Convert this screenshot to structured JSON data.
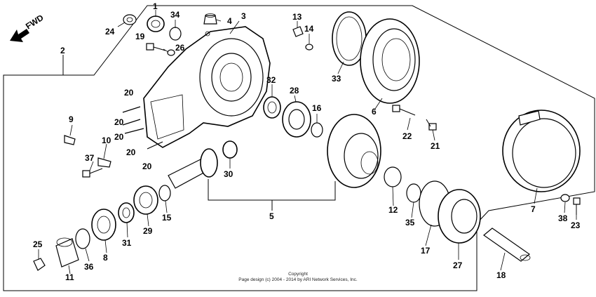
{
  "fwd_label": "FWD",
  "copyright": {
    "line1": "Copyright",
    "line2": "Page design (c) 2004 - 2014 by ARI Network Services, Inc."
  },
  "callouts": {
    "c1": "1",
    "c2": "2",
    "c3": "3",
    "c4": "4",
    "c5": "5",
    "c6": "6",
    "c7": "7",
    "c8": "8",
    "c9": "9",
    "c10": "10",
    "c11": "11",
    "c12": "12",
    "c13": "13",
    "c14": "14",
    "c15": "15",
    "c16": "16",
    "c17": "17",
    "c18": "18",
    "c19": "19",
    "c20a": "20",
    "c20b": "20",
    "c20c": "20",
    "c20d": "20",
    "c20e": "20",
    "c21": "21",
    "c22": "22",
    "c23": "23",
    "c24": "24",
    "c25": "25",
    "c26": "26",
    "c27": "27",
    "c28": "28",
    "c29": "29",
    "c30": "30",
    "c31": "31",
    "c32": "32",
    "c33": "33",
    "c34": "34",
    "c35": "35",
    "c36": "36",
    "c37": "37",
    "c38": "38"
  }
}
